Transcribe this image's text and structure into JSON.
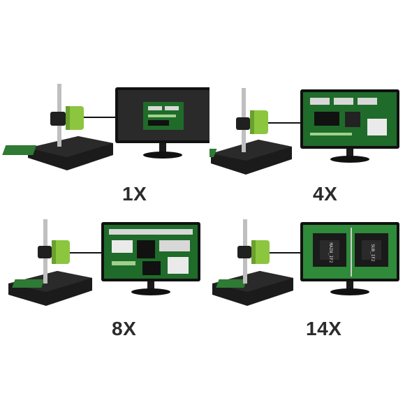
{
  "panels": [
    {
      "label": "1X"
    },
    {
      "label": "4X"
    },
    {
      "label": "8X"
    },
    {
      "label": "14X"
    }
  ],
  "chip_markings": [
    "MAIN_IF2",
    "SUB_IF2"
  ],
  "colors": {
    "background": "#ffffff",
    "device_body": "#1b1b1b",
    "camera_green": "#8cc63f",
    "pcb_green": "#1f6b2a",
    "label_text": "#2b2b2b"
  }
}
